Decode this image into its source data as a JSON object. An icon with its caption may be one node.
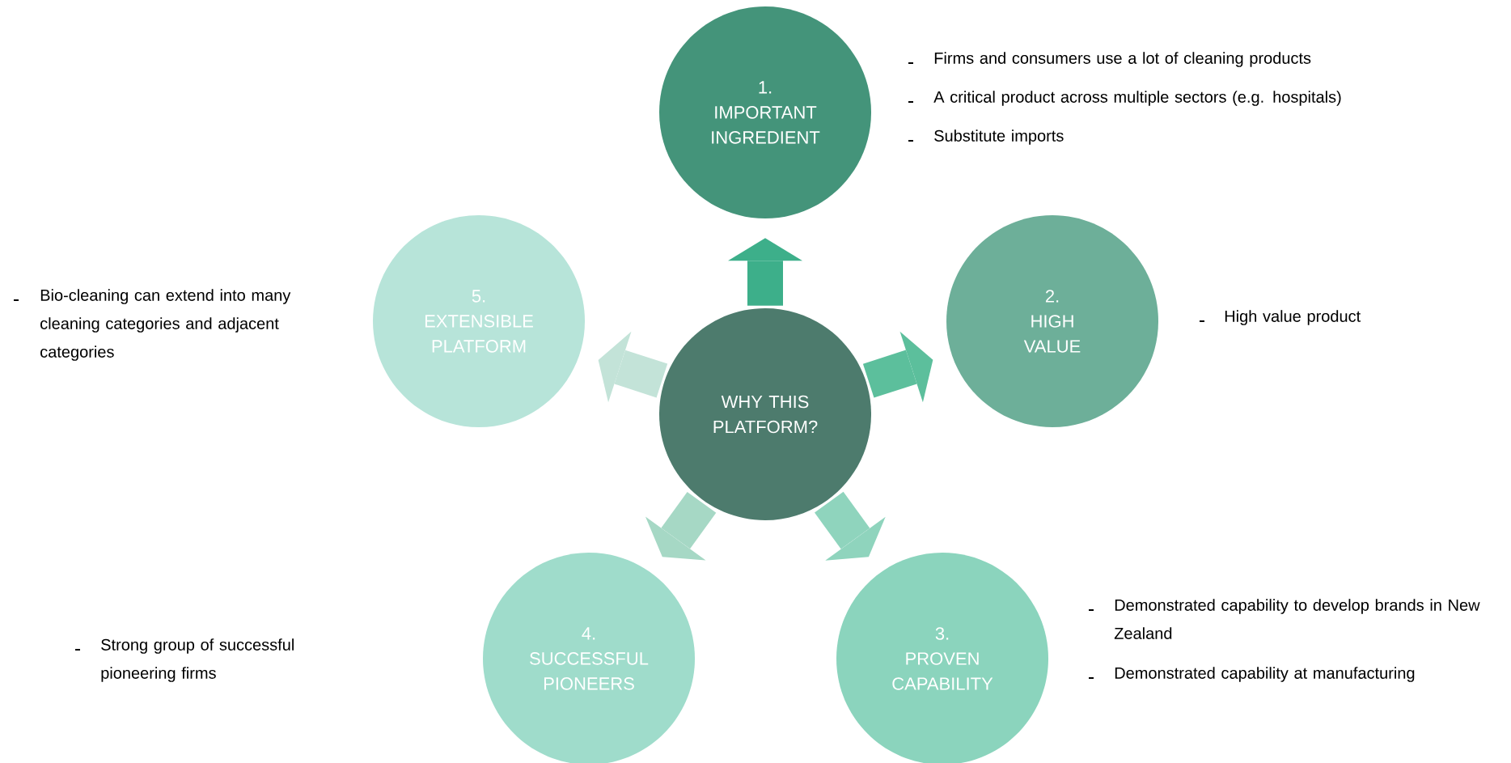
{
  "diagram": {
    "nodes": [
      {
        "text": [
          "1.",
          "IMPORTANT INGREDIENT"
        ],
        "beside": [
          "Firms and consumers use a lot of cleaning products",
          "A critical product across multiple sectors (e.g. hospitals)",
          "Substitute imports"
        ]
      },
      {
        "text": [
          "5.",
          "EXTENSIBLE PLATFORM"
        ]
      },
      {
        "text": [
          "2.",
          "HIGH VALUE"
        ]
      },
      {
        "text": [
          "WHY THIS PLATFORM?"
        ]
      },
      {
        "text": [
          "4.",
          "SUCCESSFUL PIONEERS"
        ]
      },
      {
        "text": [
          "3.",
          "PROVEN CAPABILITY"
        ],
        "beside": [
          "Demonstrated capability to develop brands in New Zealand",
          "Demonstrated capability at manufacturing"
        ]
      }
    ],
    "edges": [
      {
        "from": 3,
        "to": 0,
        "arrow": "to",
        "color": "#3daf8a"
      },
      {
        "from": 3,
        "to": 2,
        "arrow": "to",
        "color": "#5cbf9c"
      },
      {
        "from": 3,
        "to": 5,
        "arrow": "to",
        "color": "#8fd4bd"
      },
      {
        "from": 3,
        "to": 4,
        "arrow": "to",
        "color": "#a6d8c5"
      },
      {
        "from": 3,
        "to": 1,
        "arrow": "to",
        "color": "#c3e3d8"
      }
    ],
    "labels": [
      "Bio-cleaning can extend into many cleaning categories and adjacent categories",
      "High value product",
      "Strong group of successful pioneering firms"
    ]
  }
}
